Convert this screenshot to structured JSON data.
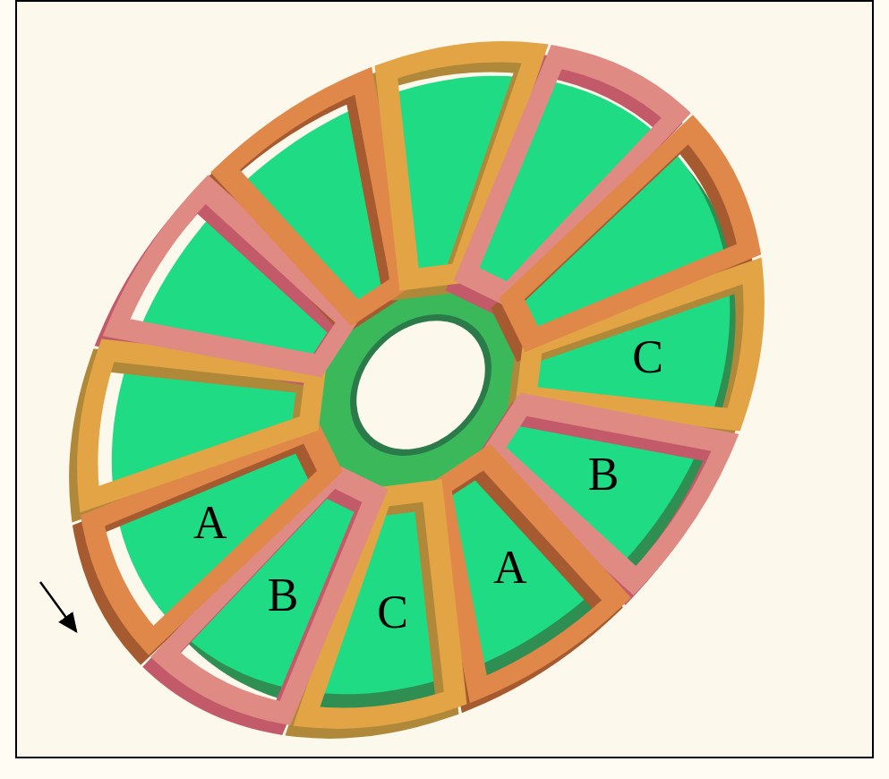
{
  "diagram": {
    "labels": [
      "C",
      "B",
      "A",
      "C",
      "B",
      "A"
    ]
  }
}
